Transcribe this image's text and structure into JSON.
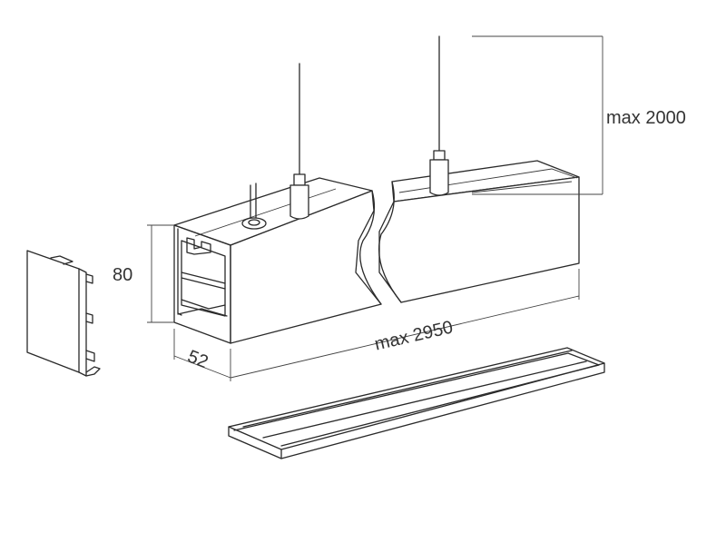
{
  "dimensions": {
    "height": "80",
    "width": "52",
    "length": "max 2950",
    "suspension": "max 2000"
  }
}
